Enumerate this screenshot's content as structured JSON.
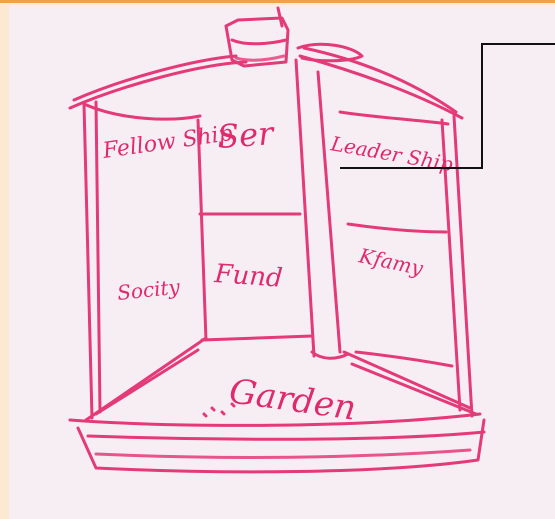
{
  "colors": {
    "marker_ink": "#e43a78",
    "callout_line": "#111111",
    "paper": "#f7eef3",
    "frame_bg": "#fbe9d2",
    "frame_top": "#f0a24a"
  },
  "sketch": {
    "labels": {
      "top_left": "Fellow Ship",
      "top_center": "Ser",
      "top_right": "Leader Ship",
      "mid_left": "Socity",
      "mid_center": "Fund",
      "mid_right": "Kfamy",
      "base": "Garden"
    }
  }
}
